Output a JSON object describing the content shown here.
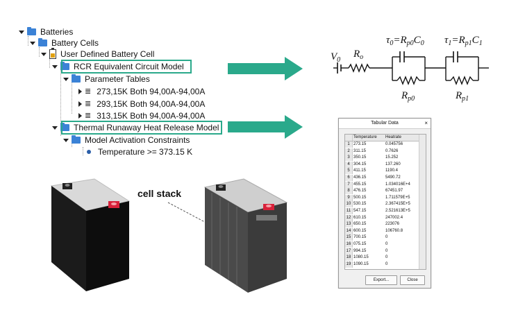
{
  "tree": {
    "batteries": "Batteries",
    "battery_cells": "Battery Cells",
    "user_defined": "User Defined Battery Cell",
    "rcr_model": "RCR Equivalent Circuit Model",
    "parameter_tables": "Parameter Tables",
    "tables": [
      "273,15K Both 94,00A-94,00A",
      "293,15K Both 94,00A-94,00A",
      "313,15K Both 94,00A-94,00A"
    ],
    "thermal_model": "Thermal Runaway Heat Release Model",
    "activation_constraints": "Model Activation Constraints",
    "temperature_constraint": "Temperature >= 373.15 K"
  },
  "circuit": {
    "v0": "V",
    "v0_sub": "0",
    "r0": "R",
    "r0_sub": "o",
    "tau0": "τ",
    "tau0_sub": "0",
    "tau0_eq": "=R",
    "tau0_eq_sub": "p0",
    "tau0_c": "C",
    "tau0_c_sub": "0",
    "tau1": "τ",
    "tau1_sub": "1",
    "tau1_eq": "=R",
    "tau1_eq_sub": "p1",
    "tau1_c": "C",
    "tau1_c_sub": "1",
    "rp0": "R",
    "rp0_sub": "p0",
    "rp1": "R",
    "rp1_sub": "p1"
  },
  "dialog": {
    "title": "Tabular Data",
    "close": "×",
    "col_temperature": "Temperature",
    "col_heatrate": "Heatrate",
    "rows": [
      [
        "1",
        "273.15",
        "0.045756"
      ],
      [
        "2",
        "311.15",
        "0.7626"
      ],
      [
        "3",
        "350.15",
        "15.252"
      ],
      [
        "4",
        "304.15",
        "137.260"
      ],
      [
        "5",
        "411.15",
        "1190.4"
      ],
      [
        "6",
        "436.15",
        "5490.72"
      ],
      [
        "7",
        "455.15",
        "1.034016E+4"
      ],
      [
        "8",
        "476.15",
        "67451.97"
      ],
      [
        "9",
        "500.15",
        "1.711579E+5"
      ],
      [
        "10",
        "530.15",
        "2.367415E+5"
      ],
      [
        "11",
        "547.15",
        "2.521613E+5"
      ],
      [
        "12",
        "610.15",
        "247002.4"
      ],
      [
        "13",
        "650.15",
        "223076"
      ],
      [
        "14",
        "600.15",
        "106760.8"
      ],
      [
        "15",
        "700.15",
        "0"
      ],
      [
        "16",
        "075.15",
        "0"
      ],
      [
        "17",
        "994.15",
        "0"
      ],
      [
        "18",
        "1080.15",
        "0"
      ],
      [
        "19",
        "1090.15",
        "0"
      ]
    ],
    "export_button": "Export...",
    "close_button": "Close"
  },
  "cell_stack_label": "cell stack",
  "colors": {
    "highlight": "#2aa98b",
    "arrow": "#2aa98b",
    "folder": "#3b82d6",
    "terminal_red": "#d8213a"
  }
}
